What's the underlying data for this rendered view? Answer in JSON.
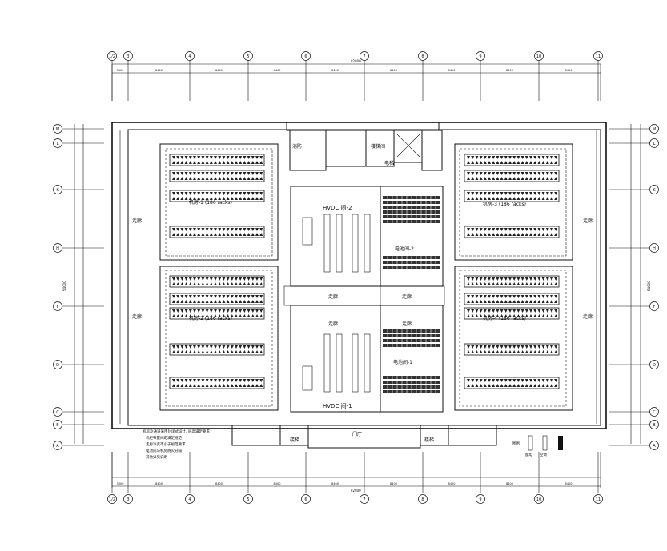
{
  "grid_axes": {
    "columns_top": [
      "1/2",
      "3",
      "4",
      "5",
      "6",
      "7",
      "8",
      "9",
      "10",
      "11"
    ],
    "columns_bottom": [
      "1/2",
      "3",
      "4",
      "5",
      "6",
      "7",
      "8",
      "9",
      "10",
      "11"
    ],
    "rows_left": [
      "M",
      "L",
      "K",
      "H",
      "F",
      "D",
      "C",
      "B",
      "A"
    ],
    "rows_right": [
      "M",
      "L",
      "K",
      "H",
      "F",
      "D",
      "C",
      "B",
      "A"
    ]
  },
  "rooms": {
    "hall_1": "机房-1 (186 racks)",
    "hall_2": "机房-2 (186 racks)",
    "hall_3": "机房-3 (186 racks)",
    "hall_4": "机房-4 (186 racks)",
    "hvdc_1": "HVDC 间-1",
    "hvdc_2": "HVDC 间-2",
    "power_1": "电池间-1",
    "power_2": "电池间-2",
    "corridor_west_top": "走廊",
    "corridor_west_bottom": "走廊",
    "corridor_east_top": "走廊",
    "corridor_east_bottom": "走廊",
    "center_left": "走廊",
    "center_right": "走廊",
    "center_mid_left": "走廊",
    "center_mid_right": "走廊",
    "stair_top": "楼梯间",
    "elevator": "电梯",
    "mech": "消防",
    "entry": "门厅",
    "bottom_stair_left": "楼梯",
    "bottom_stair_right": "楼梯"
  },
  "notes": [
    "机房冷通道采用封闭式设计, 层高满足要求",
    "机柜布置间距满足规范",
    "走廊净宽不小于规范要求",
    "电池间与机房防火分隔",
    "其他详见说明"
  ],
  "legend": [
    "图例",
    "配电",
    "空调"
  ],
  "dimensions": {
    "top_segments": [
      "3600",
      "8400",
      "8400",
      "8400",
      "8400",
      "8400",
      "8400",
      "8400",
      "8400"
    ],
    "top_total": "82800",
    "bottom_total": "82800",
    "left_total": "54000",
    "right_total": "54000"
  },
  "colors": {
    "line": "#111111",
    "paper": "#ffffff"
  }
}
